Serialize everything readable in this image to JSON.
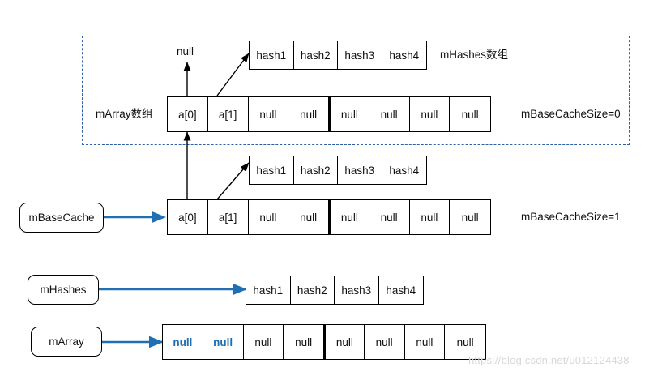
{
  "diagram": {
    "title": "ArrayMap mBaseCache freeArrays diagram",
    "colors": {
      "arrow_blue": "#1F6FB2",
      "dashed_border": "#2E5FA3",
      "box_border": "#000000",
      "highlight_text": "#1F6FB2",
      "watermark": "#d8d8d8"
    },
    "watermark": "https://blog.csdn.net/u012124438",
    "groups": {
      "cached_state": {
        "name": "cached-state-region",
        "style": "dashed"
      }
    },
    "labels": {
      "null_pointer": "null",
      "marray_label_top": "mArray数组",
      "mhashes_label_top": "mHashes数组",
      "base_cache_size_0": "mBaseCacheSize=0",
      "base_cache_size_1": "mBaseCacheSize=1"
    },
    "boxes": {
      "m_base_cache": "mBaseCache",
      "m_hashes": "mHashes",
      "m_array": "mArray"
    },
    "arrays": {
      "hashes_top": {
        "name": "mHashes数组",
        "cells": [
          "hash1",
          "hash2",
          "hash3",
          "hash4"
        ]
      },
      "array_top": {
        "name": "mArray数组",
        "cells": [
          "a[0]",
          "a[1]",
          "null",
          "null",
          "null",
          "null",
          "null",
          "null"
        ],
        "thick_divider_before_index": 4
      },
      "hashes_mid": {
        "name": "mHashes",
        "cells": [
          "hash1",
          "hash2",
          "hash3",
          "hash4"
        ]
      },
      "array_mid": {
        "name": "mArray",
        "cells": [
          "a[0]",
          "a[1]",
          "null",
          "null",
          "null",
          "null",
          "null",
          "null"
        ],
        "thick_divider_before_index": 4
      },
      "hashes_bottom": {
        "name": "mHashes",
        "cells": [
          "hash1",
          "hash2",
          "hash3",
          "hash4"
        ]
      },
      "array_bottom": {
        "name": "mArray",
        "cells": [
          "null",
          "null",
          "null",
          "null",
          "null",
          "null",
          "null",
          "null"
        ],
        "highlighted_indices": [
          0,
          1
        ],
        "thick_divider_before_index": 4
      }
    }
  }
}
